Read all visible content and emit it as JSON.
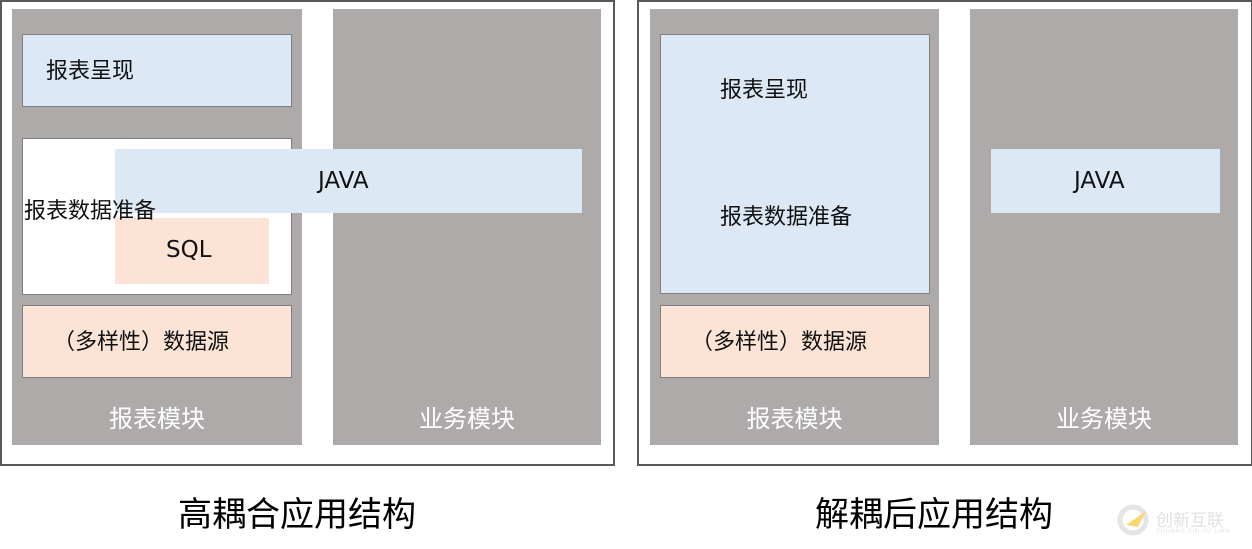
{
  "diagrams": [
    {
      "caption": "高耦合应用结构",
      "report_module": {
        "label": "报表模块",
        "presentation": "报表呈现",
        "data_prep": "报表数据准备",
        "sql": "SQL",
        "data_source": "（多样性）数据源"
      },
      "business_module": {
        "label": "业务模块",
        "java": "JAVA"
      }
    },
    {
      "caption": "解耦后应用结构",
      "report_module": {
        "label": "报表模块",
        "presentation": "报表呈现",
        "data_prep": "报表数据准备",
        "data_source": "（多样性）数据源"
      },
      "business_module": {
        "label": "业务模块",
        "java": "JAVA"
      }
    }
  ],
  "watermark": {
    "name": "创新互联",
    "pinyin": "CHUANG XIN HU LIAN"
  },
  "colors": {
    "frame_border": "#595959",
    "module_gray": "#aeaaaa",
    "light_blue": "#dce8f5",
    "light_peach": "#fbe4d6",
    "box_border": "#7f7f7f",
    "watermark_accent": "#f5b800"
  }
}
